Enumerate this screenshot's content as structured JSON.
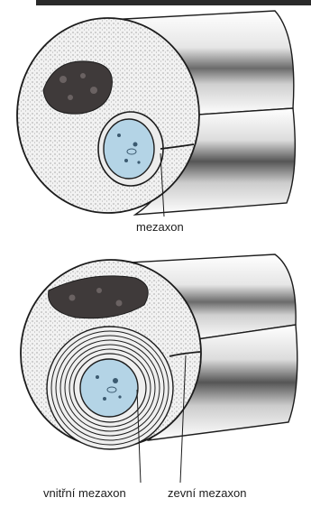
{
  "labels": {
    "mesaxon": "mezaxon",
    "inner_mesaxon": "vnitřní mezaxon",
    "outer_mesaxon": "zevní mezaxon"
  },
  "colors": {
    "background": "#ffffff",
    "outline": "#1c1c1c",
    "stipple": "#d9d9d9",
    "axon": "#b4d4e6",
    "nucleus": "#4a4444"
  }
}
